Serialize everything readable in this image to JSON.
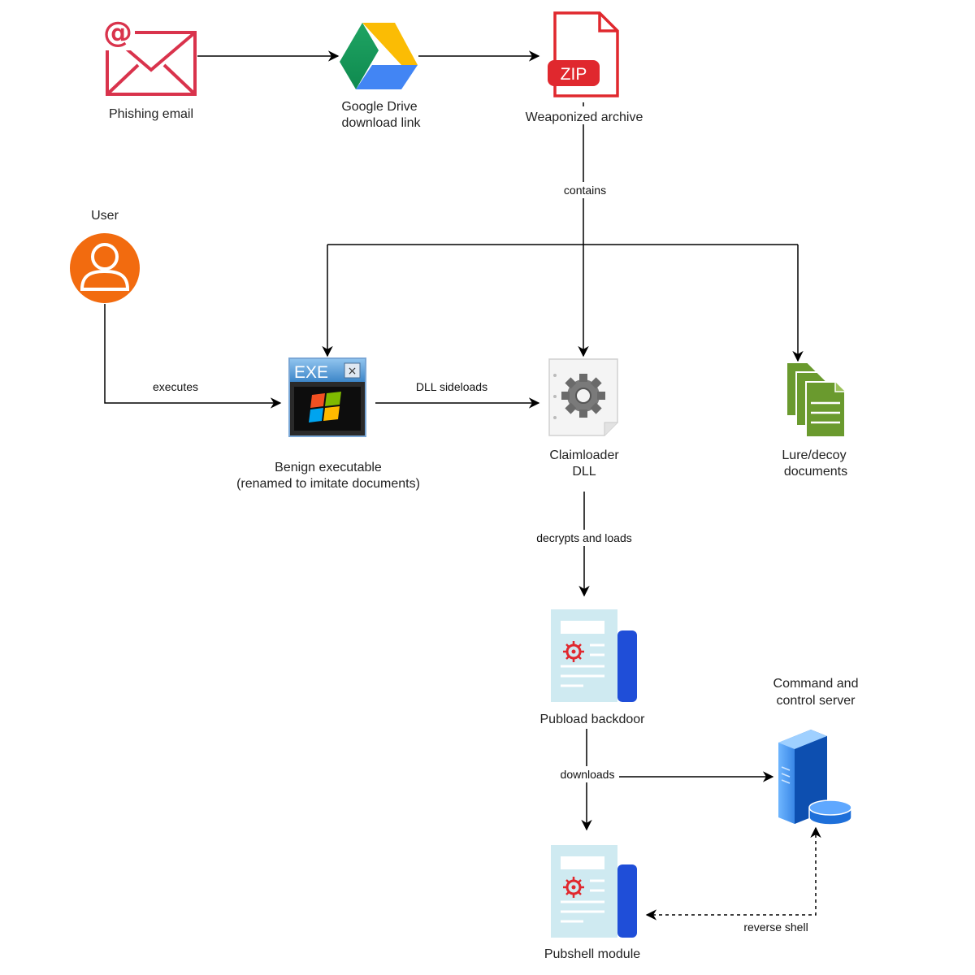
{
  "nodes": {
    "phishing_email": {
      "label": "Phishing email",
      "icon": "email-icon"
    },
    "google_drive": {
      "label_line1": "Google Drive",
      "label_line2": "download link",
      "icon": "google-drive-icon"
    },
    "weaponized_archive": {
      "label": "Weaponized archive",
      "icon": "zip-file-icon",
      "badge": "ZIP"
    },
    "user": {
      "label": "User",
      "icon": "user-avatar-icon"
    },
    "benign_executable": {
      "label_line1": "Benign executable",
      "label_line2": "(renamed to imitate documents)",
      "icon": "exe-window-icon",
      "badge": "EXE"
    },
    "claimloader_dll": {
      "label_line1": "Claimloader",
      "label_line2": "DLL",
      "icon": "dll-gear-file-icon"
    },
    "lure_documents": {
      "label_line1": "Lure/decoy",
      "label_line2": "documents",
      "icon": "stacked-documents-icon"
    },
    "pubload_backdoor": {
      "label": "Pubload backdoor",
      "icon": "malware-document-icon"
    },
    "pubshell_module": {
      "label": "Pubshell module",
      "icon": "malware-document-icon"
    },
    "c2_server": {
      "label_line1": "Command and",
      "label_line2": "control server",
      "icon": "server-database-icon"
    }
  },
  "edges": {
    "contains": "contains",
    "executes": "executes",
    "dll_sideloads": "DLL sideloads",
    "decrypts_and_loads": "decrypts and loads",
    "downloads": "downloads",
    "reverse_shell": "reverse shell"
  },
  "colors": {
    "email": "#d9334c",
    "zip": "#e0282e",
    "user": "#f26b0f",
    "lure": "#6a9a2e",
    "doc_bg": "#cfeaf1",
    "doc_spine": "#1f4ed8",
    "virus": "#e0282e",
    "server_blue": "#1e6fd9"
  }
}
